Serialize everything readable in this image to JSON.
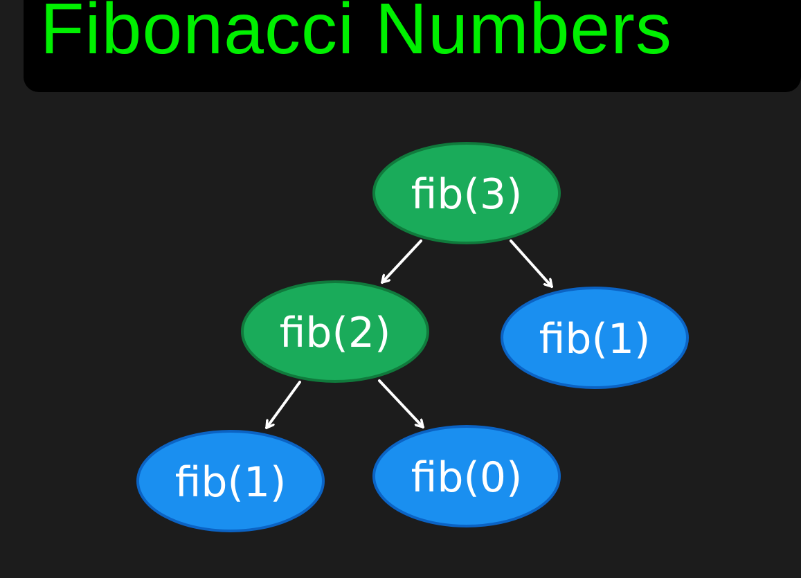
{
  "title": "Fibonacci Numbers",
  "colors": {
    "background": "#1c1c1c",
    "title_bar": "#000000",
    "title_text": "#00f000",
    "recursive_node_fill": "#1aab5a",
    "recursive_node_stroke": "#107a3c",
    "base_node_fill": "#1a8ff0",
    "base_node_stroke": "#0b63c4",
    "edge": "#ffffff",
    "label": "#ffffff"
  },
  "tree": {
    "nodes": [
      {
        "id": "fib3",
        "label": "fib(3)",
        "kind": "recursive"
      },
      {
        "id": "fib2",
        "label": "fib(2)",
        "kind": "recursive"
      },
      {
        "id": "fib1_right",
        "label": "fib(1)",
        "kind": "base"
      },
      {
        "id": "fib1_left",
        "label": "fib(1)",
        "kind": "base"
      },
      {
        "id": "fib0",
        "label": "fib(0)",
        "kind": "base"
      }
    ],
    "edges": [
      {
        "from": "fib3",
        "to": "fib2"
      },
      {
        "from": "fib3",
        "to": "fib1_right"
      },
      {
        "from": "fib2",
        "to": "fib1_left"
      },
      {
        "from": "fib2",
        "to": "fib0"
      }
    ]
  }
}
